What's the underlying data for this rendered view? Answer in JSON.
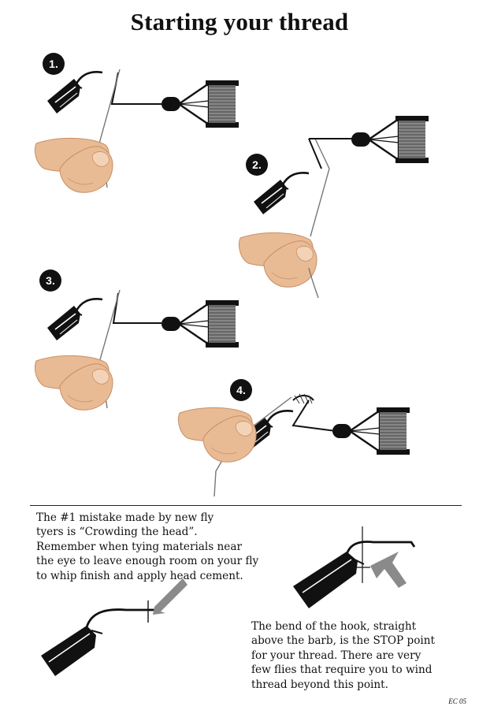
{
  "title": "Starting your thread",
  "steps": [
    "1.",
    "2.",
    "3.",
    "4."
  ],
  "mistake_text": [
    "The #1 mistake made by new fly",
    "tyers is “Crowding the head”.",
    "Remember when tying materials near",
    "the eye to leave enough room on your fly",
    "to whip finish and apply head cement."
  ],
  "stop_text": [
    "The bend of the hook, straight",
    "above the barb, is the STOP point",
    "for your thread.  There are very",
    "few flies that require you to wind",
    "thread beyond this point."
  ],
  "code": "EC 05",
  "colors": {
    "ink": "#111111",
    "skin": "#e8bb94",
    "skin_shade": "#c98f66",
    "nail": "#f3d3b8",
    "arrow": "#8a8a8a"
  }
}
